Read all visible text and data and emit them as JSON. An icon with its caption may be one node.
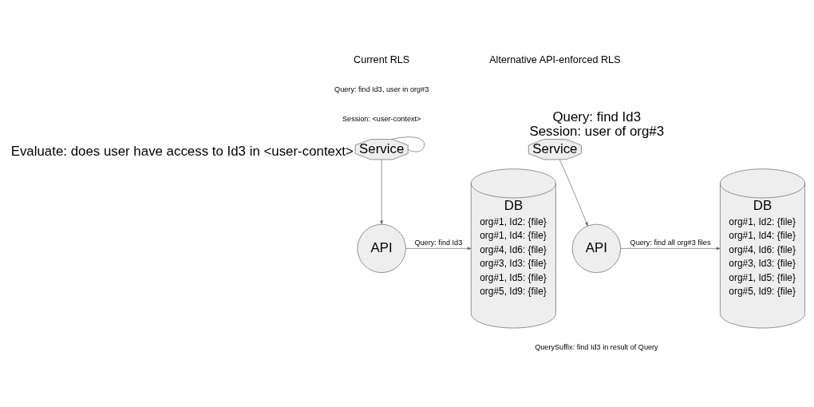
{
  "diagram": {
    "nodes": [
      {
        "text": [
          "Service"
        ],
        "beside": [
          "Evaluate: does user have access to Id3 in <user-context>"
        ]
      },
      {
        "text": [
          "API"
        ]
      },
      {
        "text": [
          "DB",
          "org#1, Id2: {file}",
          "org#1, Id4: {file}",
          "org#4, Id6: {file}",
          "org#3, Id3: {file}",
          "org#1, Id5: {file}",
          "org#5, Id9: {file}"
        ]
      },
      {
        "text": [
          "Service"
        ],
        "beside": [
          "Query: find Id3",
          "Session: user of org#3"
        ]
      },
      {
        "text": [
          "API"
        ]
      },
      {
        "text": [
          "DB",
          "org#1, Id2: {file}",
          "org#1, Id4: {file}",
          "org#4, Id6: {file}",
          "org#3, Id3: {file}",
          "org#1, Id5: {file}",
          "org#5, Id9: {file}"
        ]
      }
    ],
    "edges": [
      {
        "from": 0,
        "to": 0,
        "arrow": "none"
      },
      {
        "from": 0,
        "to": 1,
        "arrow": "to"
      },
      {
        "from": 1,
        "to": 2,
        "arrow": "to",
        "label": "Query: find Id3"
      },
      {
        "from": 3,
        "to": 4,
        "arrow": "to"
      },
      {
        "from": 4,
        "to": 5,
        "arrow": "to",
        "label": "Query: find all org#3 files"
      }
    ],
    "labels": [
      "Current RLS",
      "Query: find Id3, user in org#3",
      "Session: <user-context>",
      "Alternative API-enforced RLS",
      "QuerySuffix: find Id3 in result of Query"
    ]
  }
}
